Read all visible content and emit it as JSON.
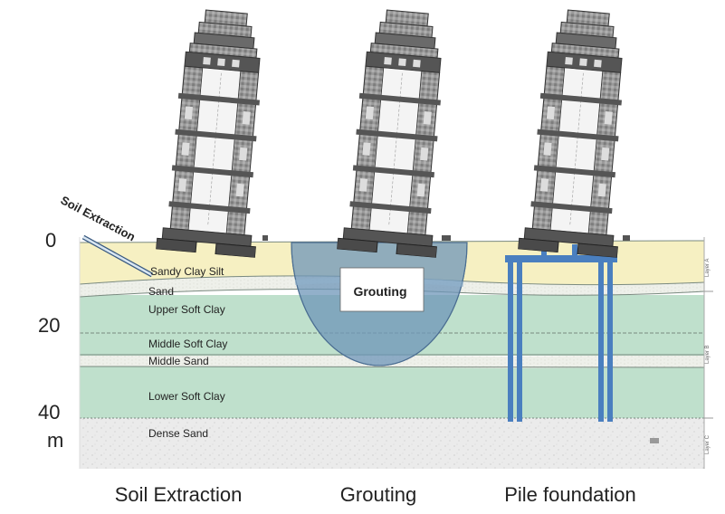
{
  "colors": {
    "sandy_clay_silt": "#f6f0c2",
    "soft_clay": "#bfe0cc",
    "sand": "#eef0ea",
    "dense_sand": "#ececec",
    "grout": "#6d95b8",
    "pile": "#4a7fbf",
    "tower_stone": "#8a8a8a",
    "tower_dark": "#444444"
  },
  "depth_axis": {
    "ticks": [
      "0",
      "20",
      "40"
    ],
    "unit": "m"
  },
  "soil_layers": [
    {
      "name": "Sandy Clay Silt"
    },
    {
      "name": "Sand"
    },
    {
      "name": "Upper Soft Clay"
    },
    {
      "name": "Middle Soft Clay"
    },
    {
      "name": "Middle Sand"
    },
    {
      "name": "Lower Soft Clay"
    },
    {
      "name": "Dense Sand"
    }
  ],
  "layer_tags": [
    "Layer A",
    "Layer B",
    "Layer C"
  ],
  "annotations": {
    "soil_extraction_arrow": "Soil Extraction",
    "grouting_box": "Grouting"
  },
  "captions": [
    "Soil Extraction",
    "Grouting",
    "Pile foundation"
  ]
}
